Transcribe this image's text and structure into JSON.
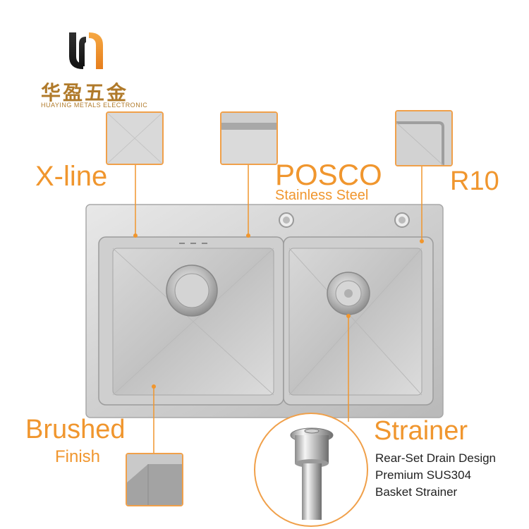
{
  "brand": {
    "name_cn": "华盈五金",
    "name_en": "HUAYING METALS ELECTRONIC"
  },
  "features": {
    "xline": "X-line",
    "posco": "POSCO",
    "posco_sub": "Stainless Steel",
    "r10": "R10",
    "brushed": "Brushed",
    "finish": "Finish",
    "strainer": "Strainer",
    "strainer_specs": [
      "Rear-Set Drain Design",
      "Premium SUS304",
      "Basket Strainer"
    ]
  },
  "colors": {
    "accent": "#f0962e",
    "brand": "#b07a2a",
    "steel_light": "#dcdcdc",
    "steel_dark": "#a9a9a9"
  }
}
